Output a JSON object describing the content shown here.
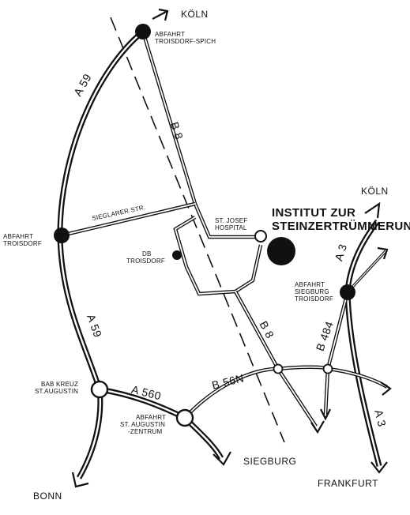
{
  "destinations": {
    "koln_top": "KÖLN",
    "koln_right": "KÖLN",
    "bonn": "BONN",
    "siegburg": "SIEGBURG",
    "frankfurt": "FRANKFURT"
  },
  "roads": {
    "a59_upper": "A 59",
    "a59_lower": "A 59",
    "b8_upper": "B 8",
    "b8_lower": "B 8",
    "a560": "A 560",
    "b56n": "B 56n",
    "b484": "B 484",
    "a3_upper": "A 3",
    "a3_lower": "A 3",
    "sieglarer_str": "SIEGLARER STR."
  },
  "junctions": {
    "troisdorf_spich": [
      "ABFAHRT",
      "TROISDORF-SPICH"
    ],
    "troisdorf": [
      "ABFAHRT",
      "TROISDORF"
    ],
    "kreuz": [
      "BAB KREUZ",
      "ST.AUGUSTIN"
    ],
    "augustin_zentrum": [
      "ABFAHRT",
      "ST. AUGUSTIN",
      "-ZENTRUM"
    ],
    "siegburg_troisdorf": [
      "ABFAHRT",
      "SIEGBURG",
      "TROISDORF"
    ]
  },
  "places": {
    "station": [
      "DB",
      "TROISDORF"
    ],
    "hospital": [
      "ST. JOSEF",
      "HOSPITAL"
    ],
    "institute": [
      "INSTITUT ZUR",
      "STEINZERTRÜMMERUNG"
    ]
  },
  "colors": {
    "ink": "#111111",
    "paper": "#ffffff"
  }
}
